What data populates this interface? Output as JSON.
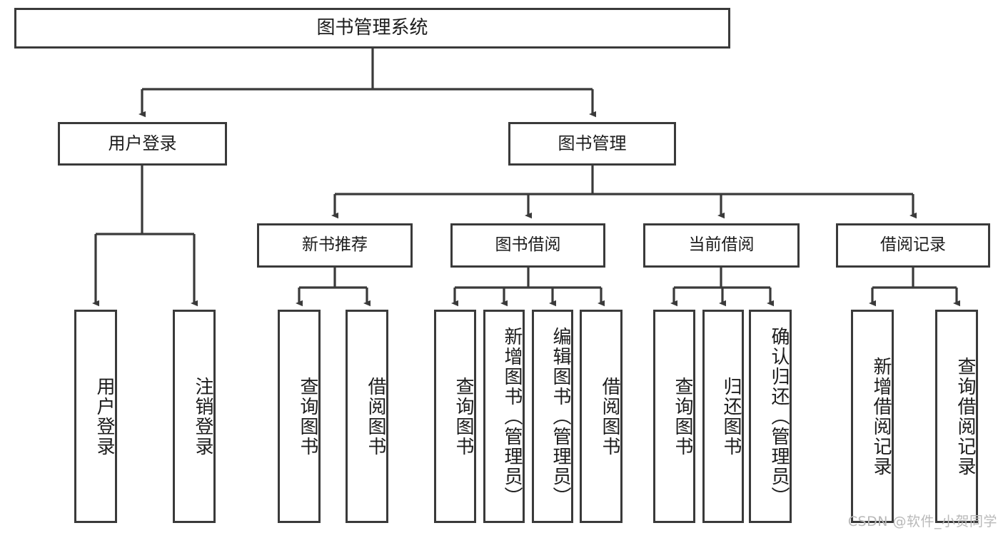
{
  "diagram": {
    "type": "tree",
    "title": "图书管理系统",
    "style": {
      "box_border_color": "#3a3a3a",
      "box_fill": "#ffffff",
      "line_color": "#3a3a3a",
      "text_color": "#1c1c1c",
      "background": "#ffffff",
      "watermark_color": "#b9b9b9"
    },
    "root": {
      "label": "图书管理系统",
      "name": "root-node"
    },
    "level2": [
      {
        "label": "用户登录",
        "name": "node-user-login"
      },
      {
        "label": "图书管理",
        "name": "node-book-management"
      }
    ],
    "level3": [
      {
        "label": "新书推荐",
        "name": "node-new-book-recommend"
      },
      {
        "label": "图书借阅",
        "name": "node-book-borrow"
      },
      {
        "label": "当前借阅",
        "name": "node-current-borrow"
      },
      {
        "label": "借阅记录",
        "name": "node-borrow-record"
      }
    ],
    "leaves": {
      "user_login": [
        {
          "label": "用户登录",
          "name": "leaf-user-login"
        },
        {
          "label": "注销登录",
          "name": "leaf-user-logout"
        }
      ],
      "new_book_recommend": [
        {
          "label": "查询图书",
          "name": "leaf-query-book-1"
        },
        {
          "label": "借阅图书",
          "name": "leaf-borrow-book-1"
        }
      ],
      "book_borrow": [
        {
          "label": "查询图书",
          "name": "leaf-query-book-2"
        },
        {
          "label": "新增图书（管理员）",
          "name": "leaf-add-book-admin"
        },
        {
          "label": "编辑图书（管理员）",
          "name": "leaf-edit-book-admin"
        },
        {
          "label": "借阅图书",
          "name": "leaf-borrow-book-2"
        }
      ],
      "current_borrow": [
        {
          "label": "查询图书",
          "name": "leaf-query-book-3"
        },
        {
          "label": "归还图书",
          "name": "leaf-return-book"
        },
        {
          "label": "确认归还（管理员）",
          "name": "leaf-confirm-return-admin"
        }
      ],
      "borrow_record": [
        {
          "label": "新增借阅记录",
          "name": "leaf-add-borrow-record"
        },
        {
          "label": "查询借阅记录",
          "name": "leaf-query-borrow-record"
        }
      ]
    },
    "watermark": "CSDN @软件_小贺同学"
  }
}
